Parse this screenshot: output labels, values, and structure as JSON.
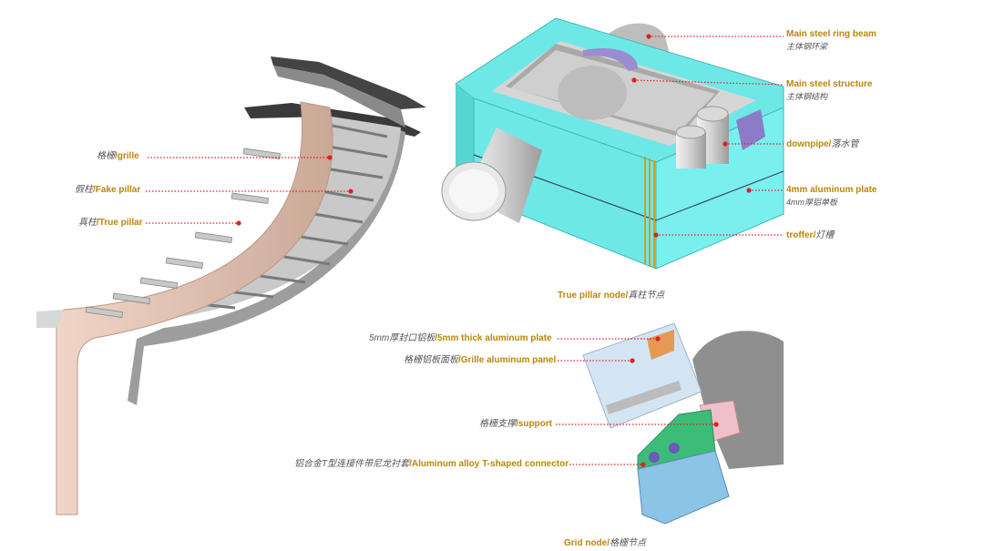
{
  "left_labels": {
    "grille": {
      "cn": "格栅",
      "en": "/grille"
    },
    "fake_pillar": {
      "cn": "假柱",
      "en": "/Fake pillar"
    },
    "true_pillar": {
      "cn": "真柱",
      "en": "/True pillar"
    }
  },
  "true_pillar_node": {
    "caption_en": "True pillar node/",
    "caption_cn": "真柱节点",
    "ring_beam": {
      "en": "Main steel ring beam",
      "cn": "主体钢环梁"
    },
    "steel_structure": {
      "en": "Main steel structure",
      "cn": "主体钢结构"
    },
    "downpipe": {
      "en": "downpipe/",
      "cn": "落水管"
    },
    "aluminum_4mm": {
      "en": "4mm aluminum plate",
      "cn": "4mm厚铝单板"
    },
    "troffer": {
      "en": "troffer/",
      "cn": "灯槽"
    }
  },
  "grid_node": {
    "caption_en": "Grid node/",
    "caption_cn": "格栅节点",
    "plate_5mm": {
      "cn": "5mm厚封口铝板",
      "en": "/5mm thick aluminum plate"
    },
    "grille_panel": {
      "cn": "格栅铝板面板",
      "en": "/Grille aluminum panel"
    },
    "support": {
      "cn": "格栅支撑",
      "en": "/support"
    },
    "t_connector": {
      "cn": "铝合金T型连接件带尼龙衬套",
      "en": "/Aluminum alloy T-shaped connector"
    }
  },
  "colors": {
    "label_gold": "#b8860b",
    "leader_red": "#e02020",
    "cyan_plate": "#6ee8e6",
    "pillar_pink": "#e6c8b8"
  }
}
